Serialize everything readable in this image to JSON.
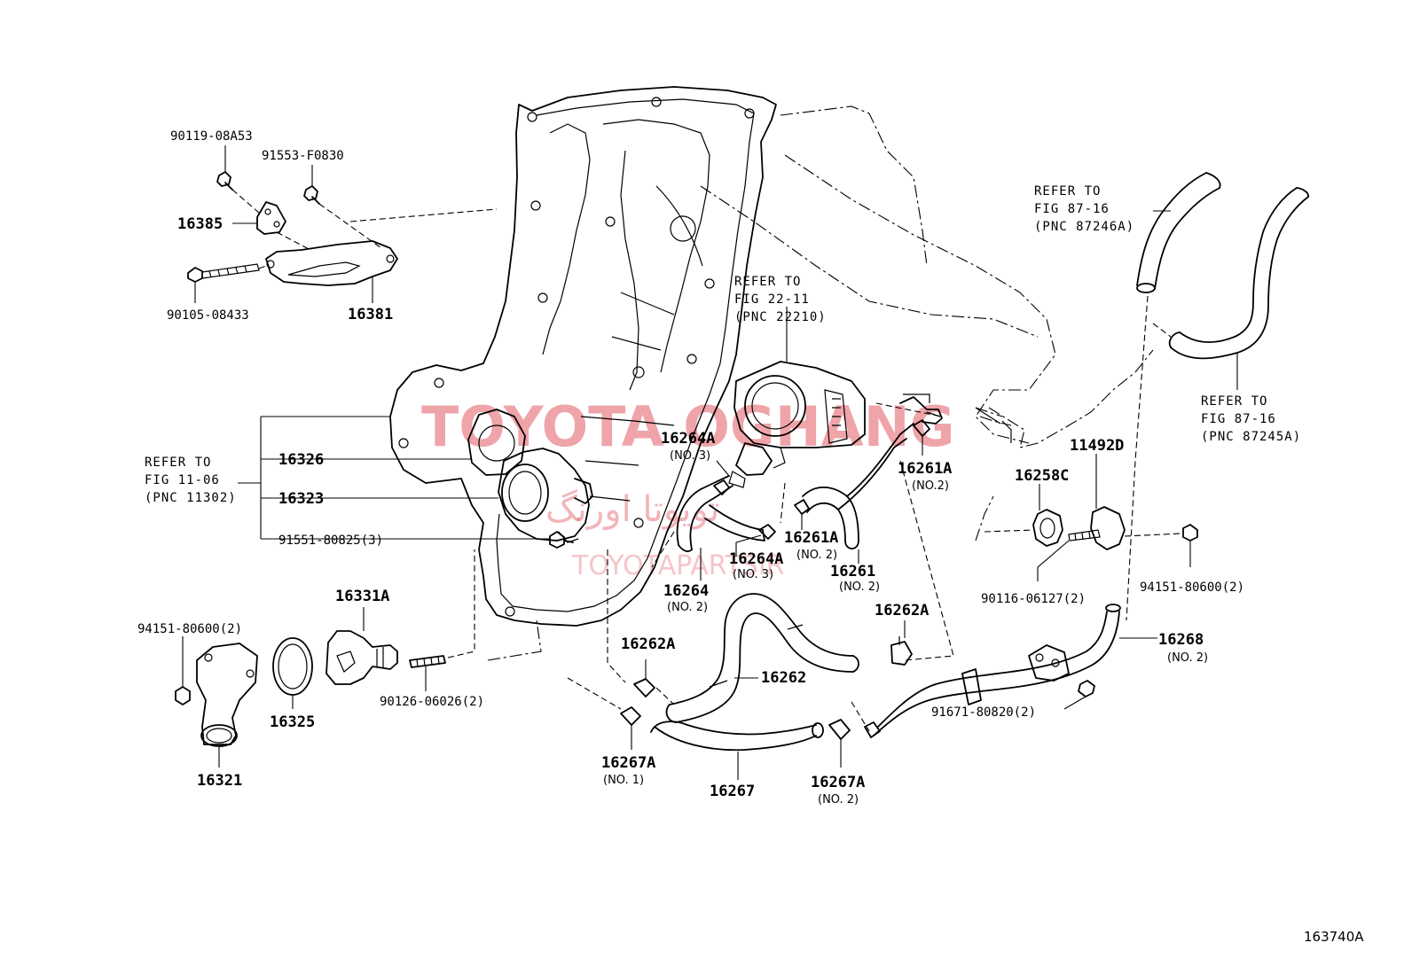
{
  "diagram": {
    "figure_code": "163740A",
    "watermark": {
      "brand": "TOYOTA OGHANG",
      "arabic": "تويوتا اورنگ",
      "site": "TOYOTAPARTSIR"
    },
    "references": {
      "fig_87_16_a": {
        "line1": "REFER TO",
        "line2": "FIG 87-16",
        "line3": "(PNC 87246A)"
      },
      "fig_87_16_b": {
        "line1": "REFER TO",
        "line2": "FIG 87-16",
        "line3": "(PNC 87245A)"
      },
      "fig_22_11": {
        "line1": "REFER TO",
        "line2": "FIG 22-11",
        "line3": "(PNC 22210)"
      },
      "fig_11_06": {
        "line1": "REFER TO",
        "line2": "FIG 11-06",
        "line3": "(PNC 11302)"
      }
    },
    "labels": {
      "p90119": "90119-08A53",
      "p91553": "91553-F0830",
      "p16385": "16385",
      "p90105": "90105-08433",
      "p16381": "16381",
      "p16326": "16326",
      "p16323": "16323",
      "p91551": "91551-80825(3)",
      "p16264a_a": "16264A",
      "p16264a_a_note": "(NO. 3)",
      "p16261a_a": "16261A",
      "p16261a_a_note": "(NO.2)",
      "p16261a_b": "16261A",
      "p16261a_b_note": "(NO. 2)",
      "p16264a_b": "16264A",
      "p16264a_b_note": "(NO. 3)",
      "p16261": "16261",
      "p16261_note": "(NO. 2)",
      "p16264": "16264",
      "p16264_note": "(NO. 2)",
      "p16258c": "16258C",
      "p11492d": "11492D",
      "p90116": "90116-06127(2)",
      "p94151_r": "94151-80600(2)",
      "p16331a": "16331A",
      "p94151_l": "94151-80600(2)",
      "p16325": "16325",
      "p90126": "90126-06026(2)",
      "p16321": "16321",
      "p16262a_a": "16262A",
      "p16262": "16262",
      "p16262a_b": "16262A",
      "p16268": "16268",
      "p16268_note": "(NO. 2)",
      "p91671": "91671-80820(2)",
      "p16267a_a": "16267A",
      "p16267a_a_note": "(NO. 1)",
      "p16267": "16267",
      "p16267a_b": "16267A",
      "p16267a_b_note": "(NO. 2)"
    }
  }
}
